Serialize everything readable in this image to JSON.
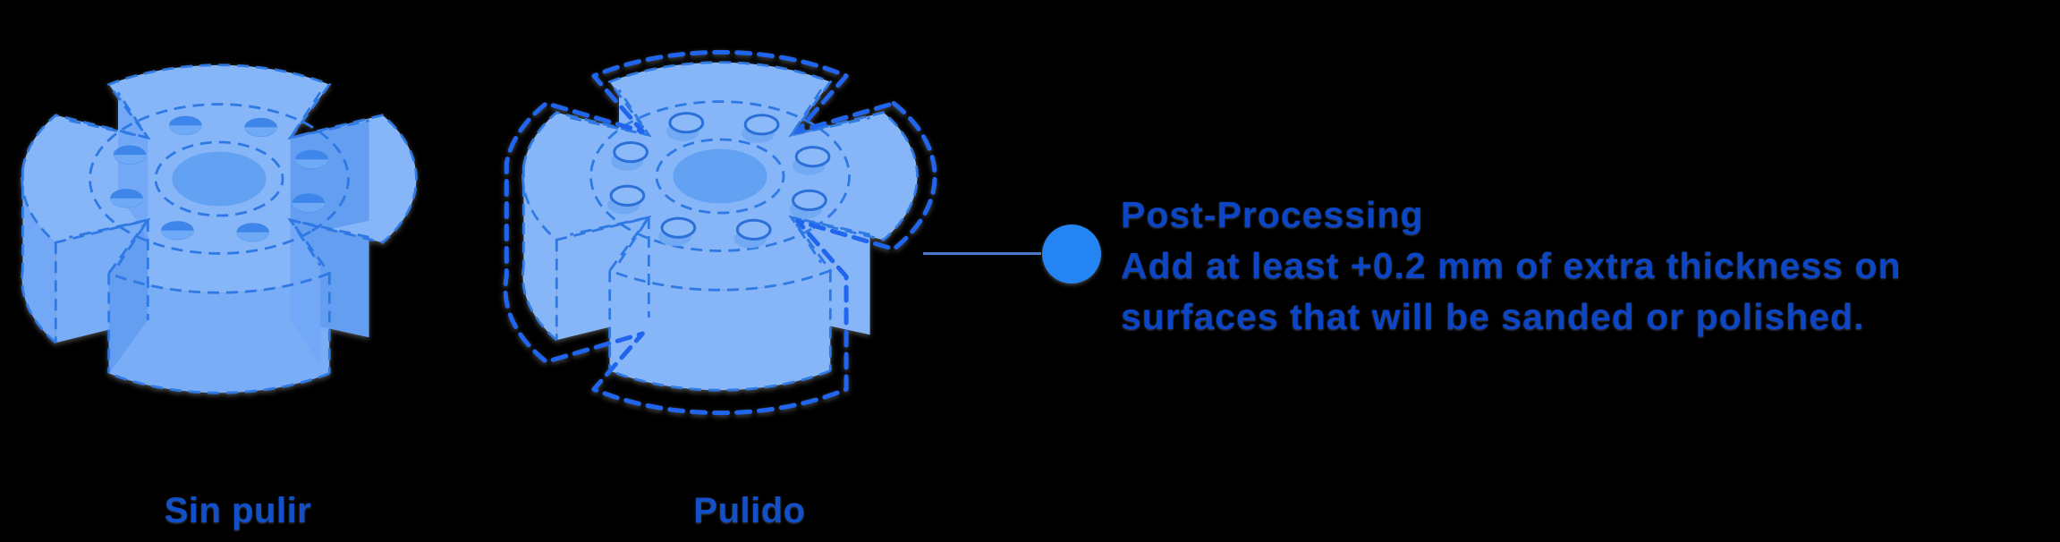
{
  "figures": [
    {
      "id": "unpolished",
      "label": "Sin pulir",
      "style": "solid"
    },
    {
      "id": "polished",
      "label": "Pulido",
      "style": "offset-outline"
    }
  ],
  "callout": {
    "title": "Post-Processing",
    "body_lines": [
      "Add at least +0.2 mm of extra thickness on",
      "surfaces that will be sanded or polished."
    ]
  },
  "colors": {
    "background": "#000000",
    "part_top": "#87B6F8",
    "part_side": "#79AEF6",
    "part_side_alt": "#72A8F5",
    "part_side_dark": "#649EF1",
    "hole_dark": "#3E86E9",
    "hole_light": "#6FAAF6",
    "hole_ghost": "#6FA7F2",
    "hole_ring_fill": "#8CBAF8",
    "hole_ring_stroke": "#2B6FD9",
    "center_hole": "#63A1F3",
    "dash_line": "#2E79E4",
    "offset_dash": "#2165EE",
    "callout_dot": "#2484F1",
    "connector_line": "#4A78C8",
    "heading_text": "#0C46C5",
    "label_text": "#1150C9"
  }
}
